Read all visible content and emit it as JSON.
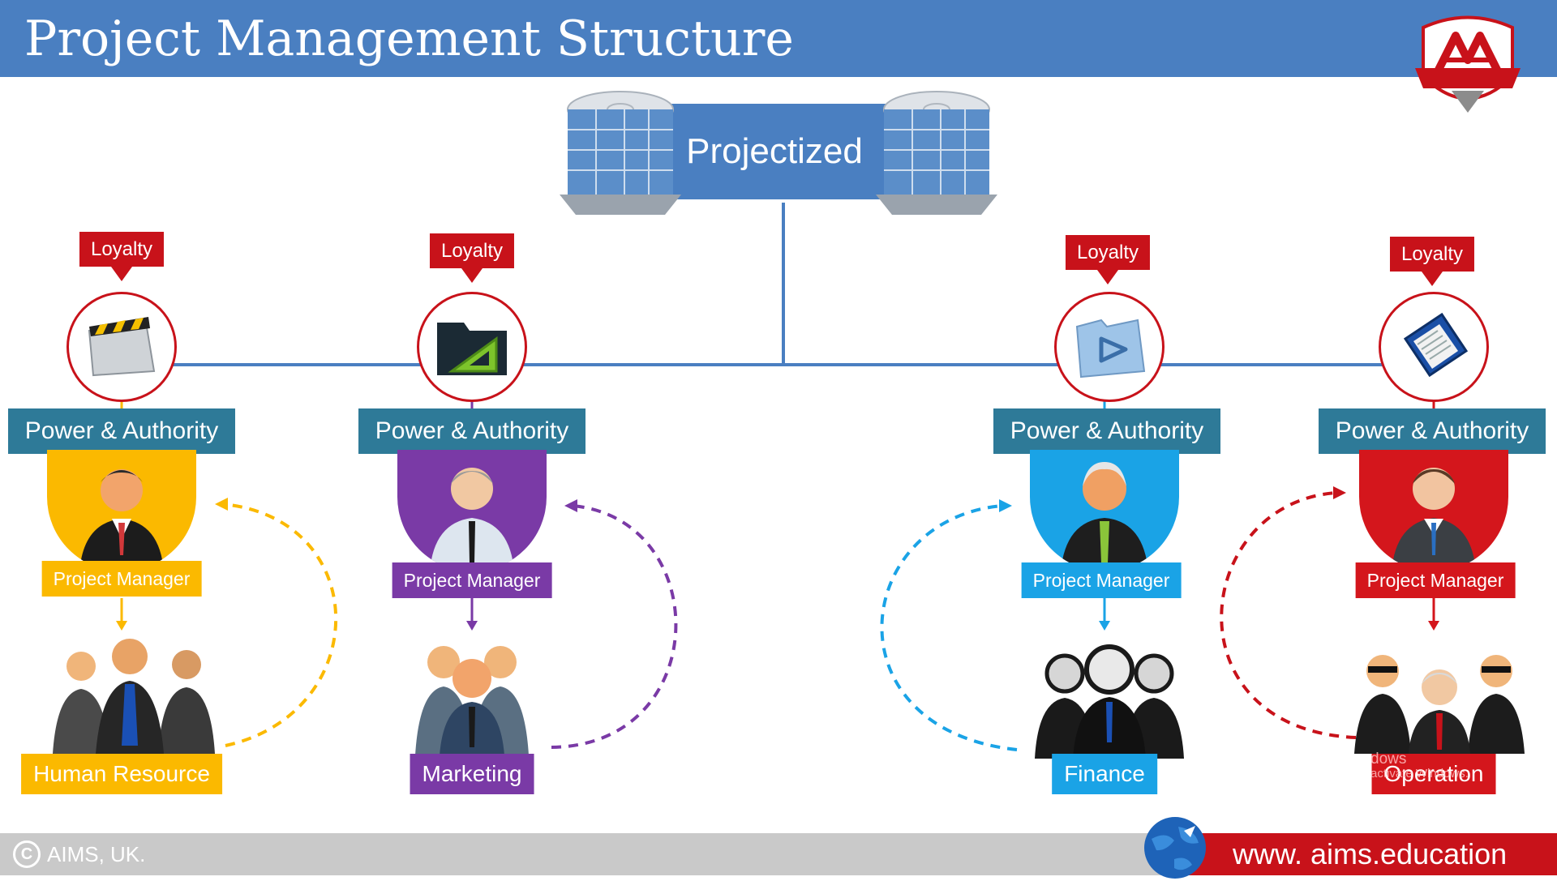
{
  "header": {
    "title": "Project Management Structure"
  },
  "root": {
    "label": "Projectized"
  },
  "colors": {
    "header_blue": "#4a7fc1",
    "loyalty_red": "#c8121a",
    "pa_teal": "#2e7a98",
    "footer_gray": "#c9c9c9"
  },
  "departments": [
    {
      "loyalty": "Loyalty",
      "power": "Power & Authority",
      "manager": "Project Manager",
      "team": "Human Resource",
      "color": "#fbb900",
      "icon": "clapper-folder-icon"
    },
    {
      "loyalty": "Loyalty",
      "power": "Power & Authority",
      "manager": "Project Manager",
      "team": "Marketing",
      "color": "#7a3aa6",
      "icon": "set-square-folder-icon"
    },
    {
      "loyalty": "Loyalty",
      "power": "Power & Authority",
      "manager": "Project Manager",
      "team": "Finance",
      "color": "#1aa3e6",
      "icon": "play-folder-icon"
    },
    {
      "loyalty": "Loyalty",
      "power": "Power & Authority",
      "manager": "Project Manager",
      "team": "Operation",
      "color": "#d4161c",
      "icon": "documents-folder-icon"
    }
  ],
  "footer": {
    "copyright": "AIMS, UK.",
    "url": "www. aims.education"
  },
  "watermark": {
    "line1": "dows",
    "line2": "activate Windows."
  }
}
